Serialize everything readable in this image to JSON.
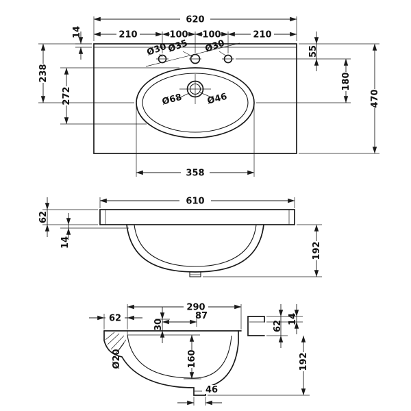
{
  "drawing": {
    "background": "#ffffff",
    "line_color": "#1a1a1a",
    "plan": {
      "overall_width": "620",
      "hole_offset_left": "210",
      "hole_spacing_left": "100",
      "hole_spacing_right": "100",
      "hole_offset_right": "210",
      "back_edge": "14",
      "hole_left_dia": "Ø30",
      "hole_center_dia": "Ø35",
      "hole_right_dia": "Ø30",
      "holes_from_back": "55",
      "back_to_basin_center": "238",
      "basin_span": "272",
      "holes_to_center": "180",
      "overall_depth": "470",
      "overflow_outer_dia": "Ø68",
      "overflow_inner_dia": "Ø46",
      "basin_width": "358"
    },
    "front": {
      "overall_width": "610",
      "edge_thickness": "62",
      "rim_lip": "14",
      "bowl_depth": "192"
    },
    "side": {
      "rim_span": "290",
      "front_edge": "62",
      "rim_drop": "30",
      "overflow_to_drain": "87",
      "back_ledge_height": "62",
      "back_ledge_lip": "14",
      "overall_depth": "192",
      "bowl_inner_depth": "160",
      "overflow_hole_dia": "Ø20",
      "drain_width": "46"
    }
  }
}
